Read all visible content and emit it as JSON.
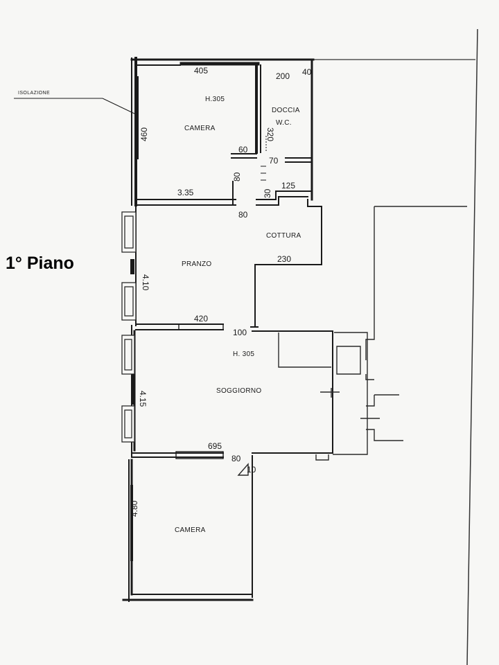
{
  "floor_title": "1° Piano",
  "annotation": "ISOLAZIONE",
  "rooms": {
    "camera_top": "CAMERA",
    "doccia": "DOCCIA",
    "wc": "W.C.",
    "cottura": "COTTURA",
    "pranzo": "PRANZO",
    "soggiorno": "SOGGIORNO",
    "camera_bottom": "CAMERA"
  },
  "heights": {
    "camera_top": "H.305",
    "soggiorno": "H. 305"
  },
  "dimensions": {
    "d405": "405",
    "d200": "200",
    "d40": "40",
    "d460": "460",
    "d320": "320",
    "d60": "60",
    "d70": "70",
    "d80a": "80",
    "d125": "125",
    "d30": "30",
    "d335": "3.35",
    "d80b": "80",
    "d410": "4.10",
    "d230": "230",
    "d420": "420",
    "d100": "100",
    "d415": "4.15",
    "d695": "695",
    "d80c": "80",
    "d10": "10",
    "d480": "4.80"
  }
}
